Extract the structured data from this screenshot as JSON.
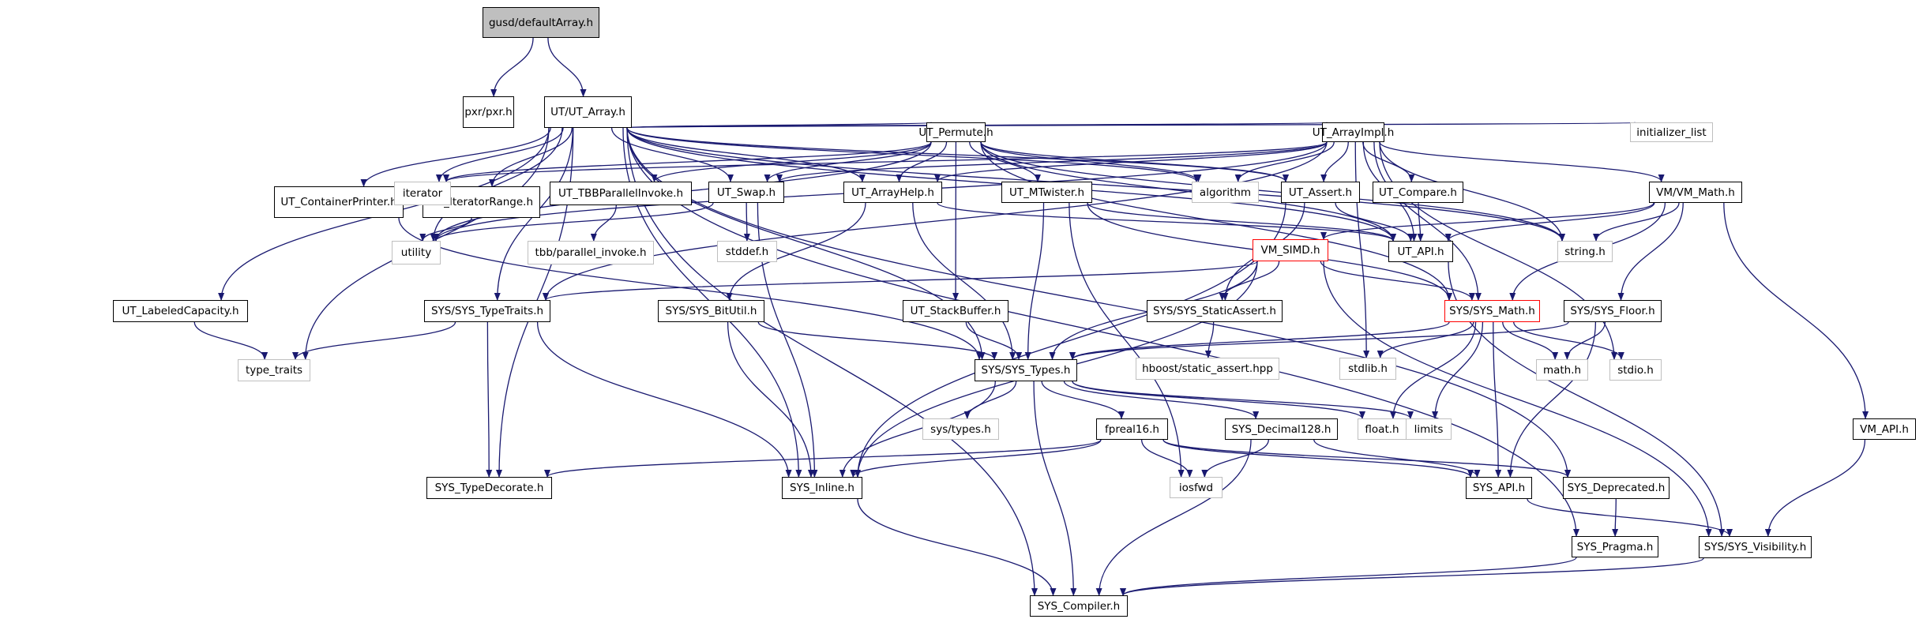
{
  "diagram": {
    "type": "include-dependency-graph",
    "edge_color": "#191970",
    "nodes": [
      {
        "id": "root",
        "label": "gusd/defaultArray.h",
        "style": "root"
      },
      {
        "id": "pxr",
        "label": "pxr/pxr.h",
        "style": "normal"
      },
      {
        "id": "utarray",
        "label": "UT/UT_Array.h",
        "style": "normal"
      },
      {
        "id": "contprinter",
        "label": "UT_ContainerPrinter.h",
        "style": "normal"
      },
      {
        "id": "iterrange",
        "label": "UT_IteratorRange.h",
        "style": "normal"
      },
      {
        "id": "permute",
        "label": "UT_Permute.h",
        "style": "normal"
      },
      {
        "id": "arrayimpl",
        "label": "UT_ArrayImpl.h",
        "style": "normal"
      },
      {
        "id": "initlist",
        "label": "initializer_list",
        "style": "external"
      },
      {
        "id": "iterator",
        "label": "iterator",
        "style": "external"
      },
      {
        "id": "tbbinvoke",
        "label": "UT_TBBParallelInvoke.h",
        "style": "normal"
      },
      {
        "id": "swap",
        "label": "UT_Swap.h",
        "style": "normal"
      },
      {
        "id": "arrayhelp",
        "label": "UT_ArrayHelp.h",
        "style": "normal"
      },
      {
        "id": "mtwister",
        "label": "UT_MTwister.h",
        "style": "normal"
      },
      {
        "id": "algorithm",
        "label": "algorithm",
        "style": "external"
      },
      {
        "id": "assert",
        "label": "UT_Assert.h",
        "style": "normal"
      },
      {
        "id": "compare",
        "label": "UT_Compare.h",
        "style": "normal"
      },
      {
        "id": "vmmath",
        "label": "VM/VM_Math.h",
        "style": "normal"
      },
      {
        "id": "utility",
        "label": "utility",
        "style": "external"
      },
      {
        "id": "tbbpi",
        "label": "tbb/parallel_invoke.h",
        "style": "external"
      },
      {
        "id": "stddef",
        "label": "stddef.h",
        "style": "external"
      },
      {
        "id": "vmsimd",
        "label": "VM_SIMD.h",
        "style": "incomplete"
      },
      {
        "id": "utapi",
        "label": "UT_API.h",
        "style": "normal"
      },
      {
        "id": "string",
        "label": "string.h",
        "style": "external"
      },
      {
        "id": "labeledcap",
        "label": "UT_LabeledCapacity.h",
        "style": "normal"
      },
      {
        "id": "typetraits",
        "label": "SYS/SYS_TypeTraits.h",
        "style": "normal"
      },
      {
        "id": "bitutil",
        "label": "SYS/SYS_BitUtil.h",
        "style": "normal"
      },
      {
        "id": "stackbuf",
        "label": "UT_StackBuffer.h",
        "style": "normal"
      },
      {
        "id": "staticassert",
        "label": "SYS/SYS_StaticAssert.h",
        "style": "normal"
      },
      {
        "id": "sysmath",
        "label": "SYS/SYS_Math.h",
        "style": "incomplete"
      },
      {
        "id": "sysfloor",
        "label": "SYS/SYS_Floor.h",
        "style": "normal"
      },
      {
        "id": "type_traits",
        "label": "type_traits",
        "style": "external"
      },
      {
        "id": "systypes",
        "label": "SYS/SYS_Types.h",
        "style": "normal"
      },
      {
        "id": "hboost",
        "label": "hboost/static_assert.hpp",
        "style": "external"
      },
      {
        "id": "stdlib",
        "label": "stdlib.h",
        "style": "external"
      },
      {
        "id": "mathh",
        "label": "math.h",
        "style": "external"
      },
      {
        "id": "stdio",
        "label": "stdio.h",
        "style": "external"
      },
      {
        "id": "systypesh",
        "label": "sys/types.h",
        "style": "external"
      },
      {
        "id": "fpreal16",
        "label": "fpreal16.h",
        "style": "normal"
      },
      {
        "id": "decimal128",
        "label": "SYS_Decimal128.h",
        "style": "normal"
      },
      {
        "id": "floath",
        "label": "float.h",
        "style": "external"
      },
      {
        "id": "limits",
        "label": "limits",
        "style": "external"
      },
      {
        "id": "vmapi",
        "label": "VM_API.h",
        "style": "normal"
      },
      {
        "id": "typedecorate",
        "label": "SYS_TypeDecorate.h",
        "style": "normal"
      },
      {
        "id": "inline",
        "label": "SYS_Inline.h",
        "style": "normal"
      },
      {
        "id": "iosfwd",
        "label": "iosfwd",
        "style": "external"
      },
      {
        "id": "sysapi",
        "label": "SYS_API.h",
        "style": "normal"
      },
      {
        "id": "deprecated",
        "label": "SYS_Deprecated.h",
        "style": "normal"
      },
      {
        "id": "pragma",
        "label": "SYS_Pragma.h",
        "style": "normal"
      },
      {
        "id": "visibility",
        "label": "SYS/SYS_Visibility.h",
        "style": "normal"
      },
      {
        "id": "compiler",
        "label": "SYS_Compiler.h",
        "style": "normal"
      }
    ],
    "edges": [
      [
        "root",
        "pxr"
      ],
      [
        "root",
        "utarray"
      ],
      [
        "utarray",
        "contprinter"
      ],
      [
        "utarray",
        "iterrange"
      ],
      [
        "utarray",
        "permute"
      ],
      [
        "utarray",
        "arrayimpl"
      ],
      [
        "utarray",
        "initlist"
      ],
      [
        "utarray",
        "iterator"
      ],
      [
        "utarray",
        "utility"
      ],
      [
        "utarray",
        "arrayhelp"
      ],
      [
        "utarray",
        "algorithm"
      ],
      [
        "utarray",
        "assert"
      ],
      [
        "utarray",
        "utapi"
      ],
      [
        "utarray",
        "string"
      ],
      [
        "utarray",
        "labeledcap"
      ],
      [
        "utarray",
        "typetraits"
      ],
      [
        "utarray",
        "type_traits"
      ],
      [
        "utarray",
        "systypes"
      ],
      [
        "utarray",
        "typedecorate"
      ],
      [
        "utarray",
        "inline"
      ],
      [
        "utarray",
        "compiler"
      ],
      [
        "utarray",
        "deprecated"
      ],
      [
        "utarray",
        "pragma"
      ],
      [
        "utarray",
        "swap"
      ],
      [
        "contprinter",
        "systypes"
      ],
      [
        "iterrange",
        "utility"
      ],
      [
        "permute",
        "tbbinvoke"
      ],
      [
        "permute",
        "swap"
      ],
      [
        "permute",
        "arrayhelp"
      ],
      [
        "permute",
        "mtwister"
      ],
      [
        "permute",
        "algorithm"
      ],
      [
        "permute",
        "assert"
      ],
      [
        "permute",
        "utapi"
      ],
      [
        "permute",
        "stackbuf"
      ],
      [
        "permute",
        "iterator"
      ],
      [
        "permute",
        "utility"
      ],
      [
        "permute",
        "string"
      ],
      [
        "permute",
        "sysmath"
      ],
      [
        "arrayimpl",
        "arrayhelp"
      ],
      [
        "arrayimpl",
        "swap"
      ],
      [
        "arrayimpl",
        "algorithm"
      ],
      [
        "arrayimpl",
        "assert"
      ],
      [
        "arrayimpl",
        "compare"
      ],
      [
        "arrayimpl",
        "vmmath"
      ],
      [
        "arrayimpl",
        "string"
      ],
      [
        "arrayimpl",
        "stdlib"
      ],
      [
        "arrayimpl",
        "stdio"
      ],
      [
        "arrayimpl",
        "typetraits"
      ],
      [
        "arrayimpl",
        "utility"
      ],
      [
        "arrayimpl",
        "iterator"
      ],
      [
        "arrayimpl",
        "sysmath"
      ],
      [
        "arrayimpl",
        "utapi"
      ],
      [
        "tbbinvoke",
        "tbbpi"
      ],
      [
        "swap",
        "utility"
      ],
      [
        "swap",
        "stddef"
      ],
      [
        "swap",
        "inline"
      ],
      [
        "arrayhelp",
        "bitutil"
      ],
      [
        "arrayhelp",
        "systypes"
      ],
      [
        "arrayhelp",
        "utapi"
      ],
      [
        "mtwister",
        "systypes"
      ],
      [
        "mtwister",
        "utapi"
      ],
      [
        "mtwister",
        "iosfwd"
      ],
      [
        "mtwister",
        "sysmath"
      ],
      [
        "assert",
        "utapi"
      ],
      [
        "assert",
        "staticassert"
      ],
      [
        "assert",
        "inline"
      ],
      [
        "compare",
        "utapi"
      ],
      [
        "vmmath",
        "vmsimd"
      ],
      [
        "vmmath",
        "string"
      ],
      [
        "vmmath",
        "sysmath"
      ],
      [
        "vmmath",
        "sysfloor"
      ],
      [
        "vmmath",
        "vmapi"
      ],
      [
        "vmmath",
        "utapi"
      ],
      [
        "vmsimd",
        "typetraits"
      ],
      [
        "vmsimd",
        "staticassert"
      ],
      [
        "vmsimd",
        "sysmath"
      ],
      [
        "vmsimd",
        "systypes"
      ],
      [
        "vmsimd",
        "inline"
      ],
      [
        "vmsimd",
        "visibility"
      ],
      [
        "utapi",
        "visibility"
      ],
      [
        "labeledcap",
        "type_traits"
      ],
      [
        "typetraits",
        "type_traits"
      ],
      [
        "typetraits",
        "typedecorate"
      ],
      [
        "typetraits",
        "inline"
      ],
      [
        "bitutil",
        "systypes"
      ],
      [
        "bitutil",
        "inline"
      ],
      [
        "stackbuf",
        "systypes"
      ],
      [
        "staticassert",
        "hboost"
      ],
      [
        "sysmath",
        "systypes"
      ],
      [
        "sysmath",
        "stdlib"
      ],
      [
        "sysmath",
        "mathh"
      ],
      [
        "sysmath",
        "stdio"
      ],
      [
        "sysmath",
        "floath"
      ],
      [
        "sysmath",
        "limits"
      ],
      [
        "sysmath",
        "sysapi"
      ],
      [
        "sysfloor",
        "systypes"
      ],
      [
        "sysfloor",
        "mathh"
      ],
      [
        "sysfloor",
        "sysapi"
      ],
      [
        "systypes",
        "systypesh"
      ],
      [
        "systypes",
        "fpreal16"
      ],
      [
        "systypes",
        "decimal128"
      ],
      [
        "systypes",
        "inline"
      ],
      [
        "systypes",
        "compiler"
      ],
      [
        "systypes",
        "floath"
      ],
      [
        "systypes",
        "limits"
      ],
      [
        "fpreal16",
        "inline"
      ],
      [
        "fpreal16",
        "iosfwd"
      ],
      [
        "fpreal16",
        "sysapi"
      ],
      [
        "fpreal16",
        "typedecorate"
      ],
      [
        "fpreal16",
        "deprecated"
      ],
      [
        "decimal128",
        "iosfwd"
      ],
      [
        "decimal128",
        "sysapi"
      ],
      [
        "decimal128",
        "compiler"
      ],
      [
        "vmapi",
        "visibility"
      ],
      [
        "inline",
        "compiler"
      ],
      [
        "sysapi",
        "visibility"
      ],
      [
        "deprecated",
        "pragma"
      ],
      [
        "pragma",
        "compiler"
      ],
      [
        "visibility",
        "compiler"
      ]
    ]
  }
}
